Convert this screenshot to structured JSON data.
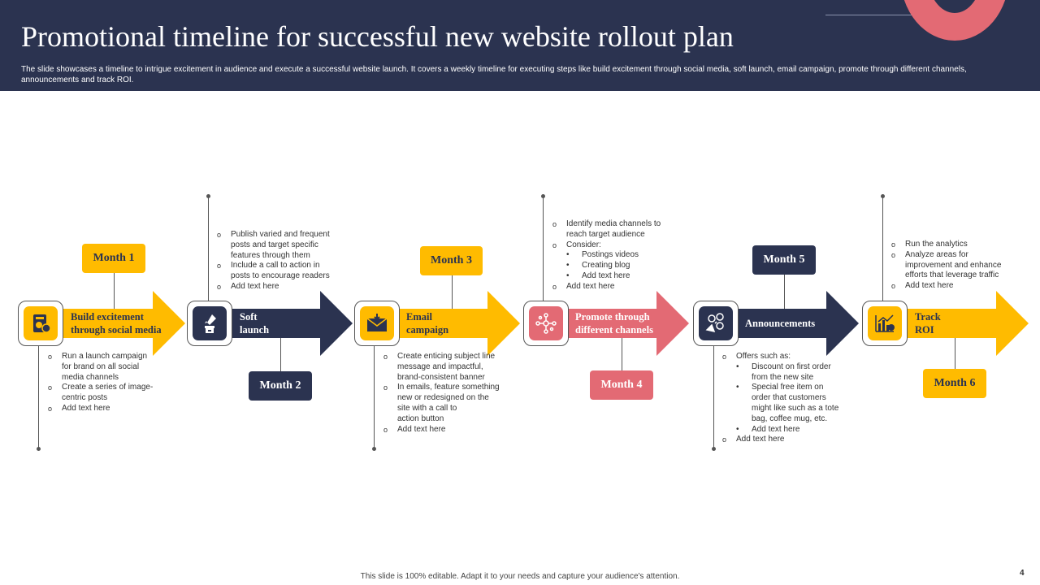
{
  "header": {
    "title": "Promotional timeline for successful new website rollout plan",
    "subtitle": "The slide showcases a timeline to intrigue excitement in audience and execute a successful website launch. It covers a weekly timeline for executing steps like build excitement through social media, soft launch, email campaign, promote through different channels, announcements and track ROI."
  },
  "colors": {
    "navy": "#2b3350",
    "yellow": "#ffbb00",
    "pink": "#e36a74"
  },
  "steps": [
    {
      "month": "Month 1",
      "label_line1": "Build excitement",
      "label_line2": "through social media",
      "icon": "social-media-icon",
      "bullets": [
        {
          "text": "Run a launch campaign",
          "level": 1
        },
        {
          "text": "for brand on all social",
          "level": 0
        },
        {
          "text": "media channels",
          "level": 0
        },
        {
          "text": "Create a series of image-",
          "level": 1
        },
        {
          "text": "centric posts",
          "level": 0
        },
        {
          "text": "Add text here",
          "level": 1
        }
      ]
    },
    {
      "month": "Month 2",
      "label_line1": "Soft",
      "label_line2": "launch",
      "icon": "rocket-launch-icon",
      "bullets": [
        {
          "text": "Publish varied and frequent",
          "level": 1
        },
        {
          "text": "posts and target specific",
          "level": 0
        },
        {
          "text": "features through them",
          "level": 0
        },
        {
          "text": "Include a call to action in",
          "level": 1
        },
        {
          "text": "posts to encourage readers",
          "level": 0
        },
        {
          "text": "Add text here",
          "level": 1
        }
      ]
    },
    {
      "month": "Month 3",
      "label_line1": "Email",
      "label_line2": "campaign",
      "icon": "email-icon",
      "bullets": [
        {
          "text": "Create enticing subject line",
          "level": 1
        },
        {
          "text": "message and impactful,",
          "level": 0
        },
        {
          "text": "brand-consistent banner",
          "level": 0
        },
        {
          "text": "In emails, feature something",
          "level": 1
        },
        {
          "text": "new or redesigned on the",
          "level": 0
        },
        {
          "text": "site with a call to",
          "level": 0
        },
        {
          "text": "action button",
          "level": 0
        },
        {
          "text": "Add text here",
          "level": 1
        }
      ]
    },
    {
      "month": "Month 4",
      "label_line1": "Promote through",
      "label_line2": "different channels",
      "icon": "network-channels-icon",
      "bullets": [
        {
          "text": "Identify media channels to",
          "level": 1
        },
        {
          "text": "reach target audience",
          "level": 0
        },
        {
          "text": "Consider:",
          "level": 1
        },
        {
          "text": "Postings videos",
          "level": 2
        },
        {
          "text": "Creating blog",
          "level": 2
        },
        {
          "text": "Add text here",
          "level": 2
        },
        {
          "text": "Add text here",
          "level": 1
        }
      ]
    },
    {
      "month": "Month 5",
      "label_line1": "Announcements",
      "label_line2": "",
      "icon": "announcement-megaphone-icon",
      "bullets": [
        {
          "text": "Offers such as:",
          "level": 1
        },
        {
          "text": "Discount on first order",
          "level": 2
        },
        {
          "text": "from the new site",
          "level": 3
        },
        {
          "text": "Special free item on",
          "level": 2
        },
        {
          "text": "order that customers",
          "level": 3
        },
        {
          "text": "might like such as a tote",
          "level": 3
        },
        {
          "text": "bag, coffee mug, etc.",
          "level": 3
        },
        {
          "text": "Add text here",
          "level": 2
        },
        {
          "text": "Add text here",
          "level": 1
        }
      ]
    },
    {
      "month": "Month 6",
      "label_line1": "Track",
      "label_line2": "ROI",
      "icon": "chart-roi-icon",
      "bullets": [
        {
          "text": "Run the analytics",
          "level": 1
        },
        {
          "text": "Analyze areas for",
          "level": 1
        },
        {
          "text": "improvement and enhance",
          "level": 0
        },
        {
          "text": "efforts that leverage traffic",
          "level": 0
        },
        {
          "text": "Add text here",
          "level": 1
        }
      ]
    }
  ],
  "footer": {
    "note": "This slide is 100% editable. Adapt it to your needs and capture your audience's attention.",
    "page": "4"
  }
}
